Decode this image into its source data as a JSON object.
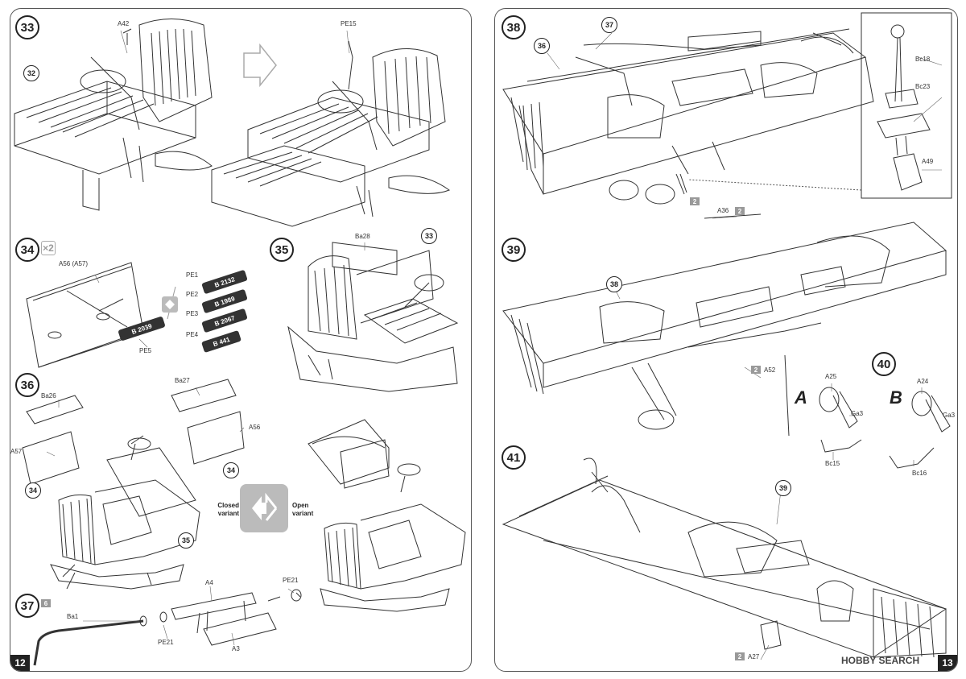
{
  "left_page": {
    "page_number": "12",
    "steps": {
      "s33": "33",
      "s34": "34",
      "s35": "35",
      "s36": "36",
      "s37": "37"
    },
    "refs": {
      "r32": "32",
      "r33": "33",
      "r34a": "34",
      "r34b": "34",
      "r35": "35"
    },
    "multiplier": "2",
    "paint_badge": "6",
    "part_labels": {
      "a42": "A42",
      "pe15": "PE15",
      "a56a57": "A56 (A57)",
      "pe5": "PE5",
      "pe1": "PE1",
      "pe2": "PE2",
      "pe3": "PE3",
      "pe4": "PE4",
      "ba28": "Ba28",
      "ba26": "Ba26",
      "ba27": "Ba27",
      "a57": "A57",
      "a56": "A56",
      "ba1": "Ba1",
      "a4": "A4",
      "pe21a": "PE21",
      "pe21b": "PE21",
      "a3": "A3"
    },
    "plates": {
      "p1": "B 2132",
      "p2": "B 1989",
      "p3": "B 2067",
      "p4": "B 441",
      "p5": "B 2039"
    },
    "variants": {
      "closed": "Closed variant",
      "open": "Open variant"
    }
  },
  "right_page": {
    "page_number": "13",
    "steps": {
      "s38": "38",
      "s39": "39",
      "s40": "40",
      "s41": "41"
    },
    "refs": {
      "r37": "37",
      "r36": "36",
      "r38": "38",
      "r39": "39"
    },
    "grey_badges": {
      "g1": "2",
      "g2": "2",
      "g3": "2",
      "g4": "2"
    },
    "part_labels": {
      "bc18": "Bc18",
      "bc23": "Bc23",
      "a49": "A49",
      "a36": "A36",
      "a52": "A52",
      "a25": "A25",
      "ga3a": "Ga3",
      "bc15": "Bc15",
      "a24": "A24",
      "ga3b": "Ga3",
      "bc16": "Bc16",
      "a27": "A27"
    },
    "variant_letters": {
      "a": "A",
      "b": "B"
    },
    "watermark": "HOBBY SEARCH"
  }
}
